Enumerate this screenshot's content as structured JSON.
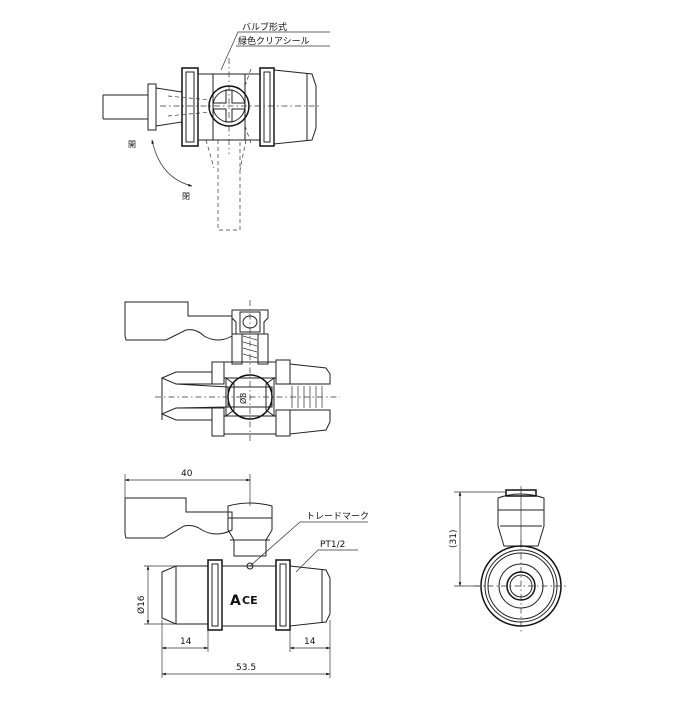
{
  "top_view": {
    "callout_line1": "バルブ形式",
    "callout_line2": "緑色クリアシール",
    "label_open": "開",
    "label_closed": "閉"
  },
  "front_view": {
    "dim_handle": "40",
    "callout_trademark": "トレードマーク",
    "callout_thread": "PT1/2",
    "dim_dia": "Ø16",
    "dim_left": "14",
    "dim_right": "14",
    "dim_total": "53.5",
    "logo_text": "CE",
    "logo_mark": "A"
  },
  "section_view": {
    "bore_label": "Ø8"
  },
  "side_view": {
    "dim_height": "(31)"
  }
}
